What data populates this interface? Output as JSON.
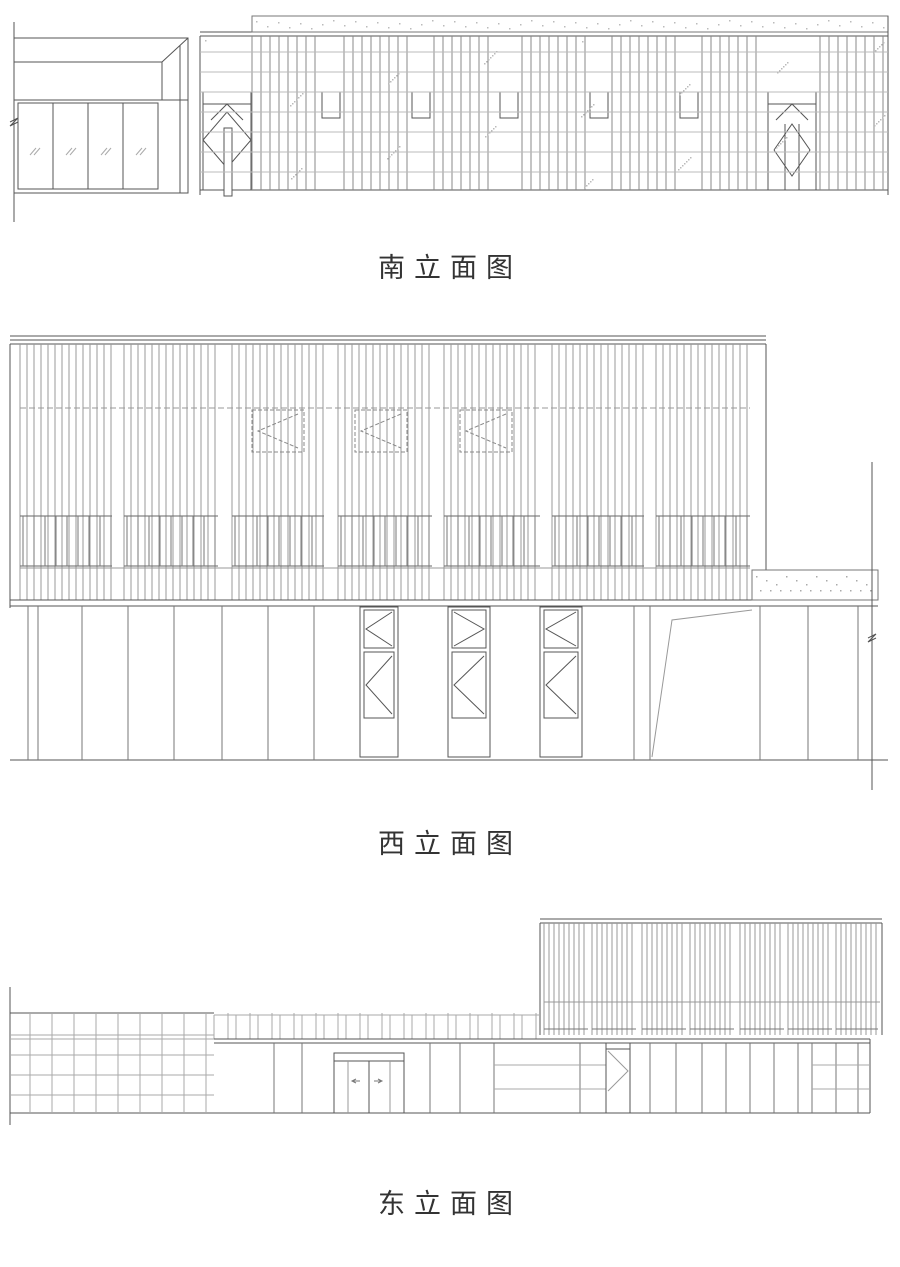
{
  "captions": {
    "south": "南立面图",
    "west": "西立面图",
    "east": "东立面图"
  },
  "colors": {
    "line": "#555555",
    "light_line": "#9a9a9a",
    "background": "#ffffff",
    "caption": "#333333"
  }
}
